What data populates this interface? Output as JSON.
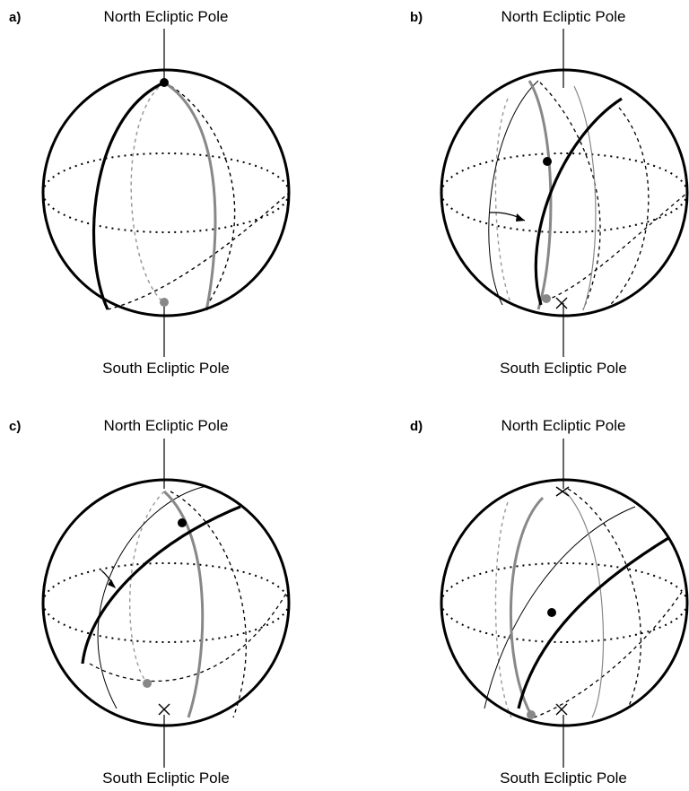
{
  "panels": [
    {
      "label": "a)",
      "north": "North Ecliptic Pole",
      "south": "South Ecliptic Pole"
    },
    {
      "label": "b)",
      "north": "North Ecliptic Pole",
      "south": "South Ecliptic Pole"
    },
    {
      "label": "c)",
      "north": "North Ecliptic Pole",
      "south": "South Ecliptic Pole"
    },
    {
      "label": "d)",
      "north": "North Ecliptic Pole",
      "south": "South Ecliptic Pole"
    }
  ],
  "colors": {
    "ink": "#000000",
    "gray": "#8a8a8a",
    "light_gray": "#9a9a9a"
  }
}
